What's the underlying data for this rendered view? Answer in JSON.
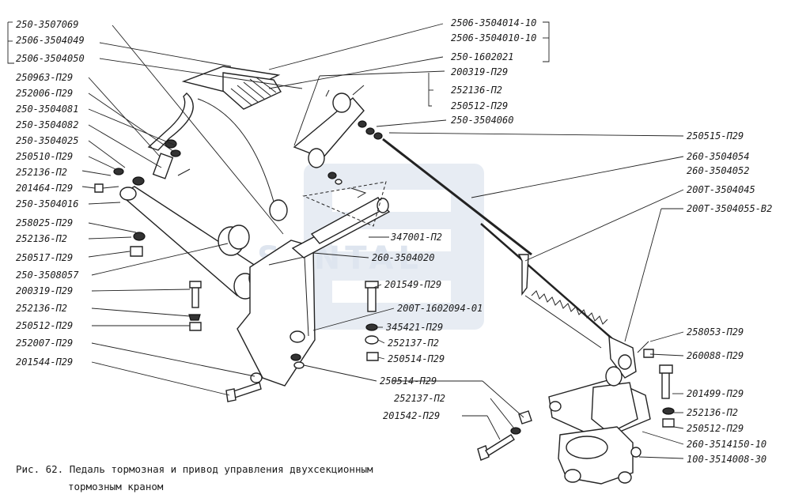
{
  "caption": {
    "line1": "Рис. 62. Педаль тормозная и привод управления двухсекционным",
    "line2": "тормозным краном"
  },
  "watermark": "SANTAL",
  "colors": {
    "ink": "#1a1a1a",
    "watermark": "#c4d0e2",
    "background": "#ffffff"
  },
  "labels_left": [
    "250-3507069",
    "2506-3504049",
    "2506-3504050",
    "250963-П29",
    "252006-П29",
    "250-3504081",
    "250-3504082",
    "250-3504025",
    "250510-П29",
    "252136-П2",
    "201464-П29",
    "250-3504016",
    "258025-П29",
    "252136-П2",
    "250517-П29",
    "250-3508057",
    "200319-П29",
    "252136-П2",
    "250512-П29",
    "252007-П29",
    "201544-П29"
  ],
  "labels_top": [
    "2506-3504014-10",
    "2506-3504010-10",
    "250-1602021",
    "200319-П29",
    "252136-П2",
    "250512-П29",
    "250-3504060"
  ],
  "labels_right": [
    "250515-П29",
    "260-3504054",
    "260-3504052",
    "200Т-3504045",
    "200Т-3504055-В2",
    "258053-П29",
    "260088-П29",
    "201499-П29",
    "252136-П2",
    "250512-П29",
    "260-3514150-10",
    "100-3514008-30"
  ],
  "labels_center": [
    "347001-П2",
    "260-3504020",
    "201549-П29",
    "200Т-1602094-01",
    "345421-П29",
    "252137-П2",
    "250514-П29",
    "250514-П29",
    "252137-П2",
    "201542-П29"
  ]
}
